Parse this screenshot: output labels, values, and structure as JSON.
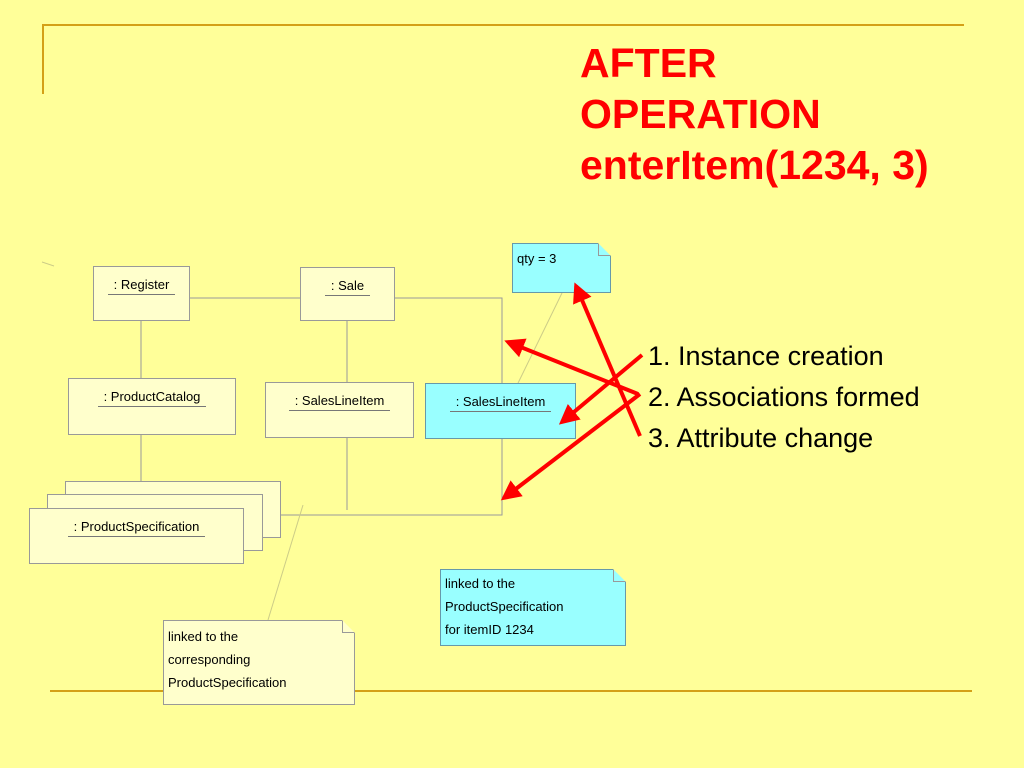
{
  "title": {
    "line1": "AFTER",
    "line2": "OPERATION",
    "line3": "enterItem(1234, 3)"
  },
  "objects": {
    "register": ": Register",
    "sale": ": Sale",
    "catalog": ": ProductCatalog",
    "sli_existing": ": SalesLineItem",
    "sli_new": ": SalesLineItem",
    "spec": ": ProductSpecification"
  },
  "notes": {
    "qty": "qty = 3",
    "linked_new": [
      "linked to the",
      "ProductSpecification",
      "for itemID 1234"
    ],
    "linked_existing": [
      "linked to the",
      "corresponding",
      "ProductSpecification"
    ]
  },
  "steps": [
    "1. Instance creation",
    "2. Associations formed",
    "3. Attribute change"
  ],
  "colors": {
    "background": "#ffff99",
    "title": "#ff0000",
    "arrow": "#ff0000",
    "highlight": "#99ffff",
    "rule": "#d4a017"
  }
}
